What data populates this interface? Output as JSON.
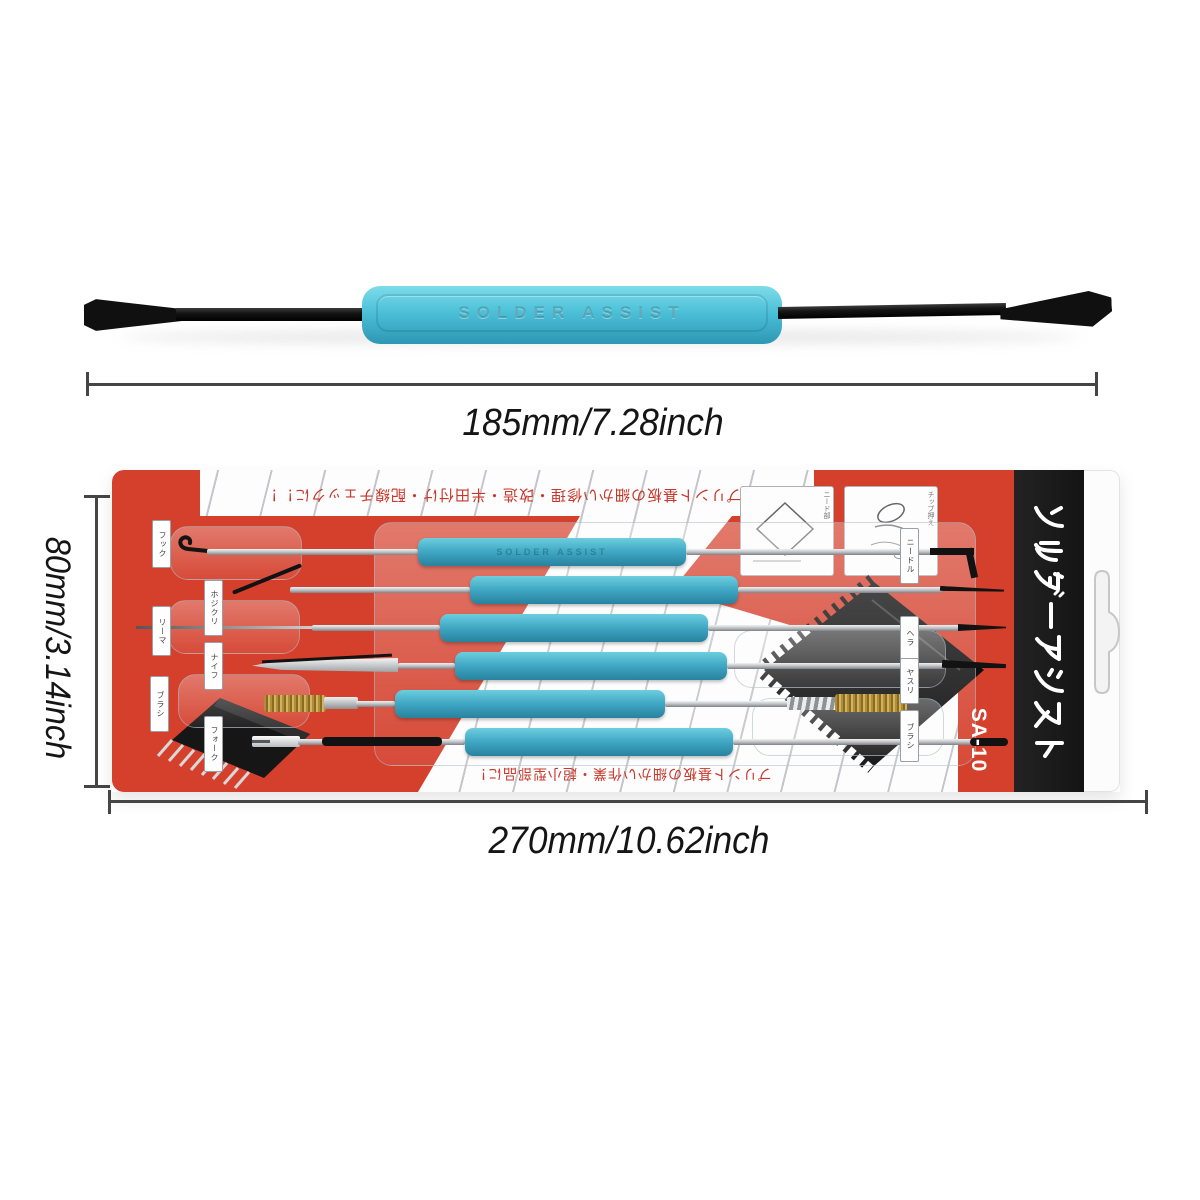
{
  "product": {
    "handle_brand_embossed": "SOLDER ASSIST",
    "package_model": "SA-10",
    "package_title_vertical_jp": "ソルダーアシスト",
    "package_top_marketing_jp": "プリント基板の細かい修理・改造・半田付け・配線チェックに！！",
    "package_bottom_marketing_jp": "プリント基板の細かい作業・超小型部品に！",
    "tool_tip_labels_left_jp": [
      "フック",
      "ホジクリ",
      "リーマ",
      "ナイフ",
      "ブラシ",
      "フォーク"
    ],
    "tool_tip_labels_right_jp": [
      "ニードル",
      "ヘラ",
      "ヤスリ",
      "ブラシ"
    ],
    "illustration_captions_jp": [
      "ニード部",
      "チップ押え"
    ],
    "tool_count": 6
  },
  "dimensions": {
    "tool_length_label": "185mm/7.28inch",
    "package_height_label": "80mm/3.14inch",
    "package_width_label": "270mm/10.62inch"
  },
  "colors": {
    "handle_blue": "#48b8d4",
    "card_red": "#d5402d",
    "strip_black": "#181818",
    "dimension_line": "#454545",
    "brush_gold": "#b08d3a"
  }
}
